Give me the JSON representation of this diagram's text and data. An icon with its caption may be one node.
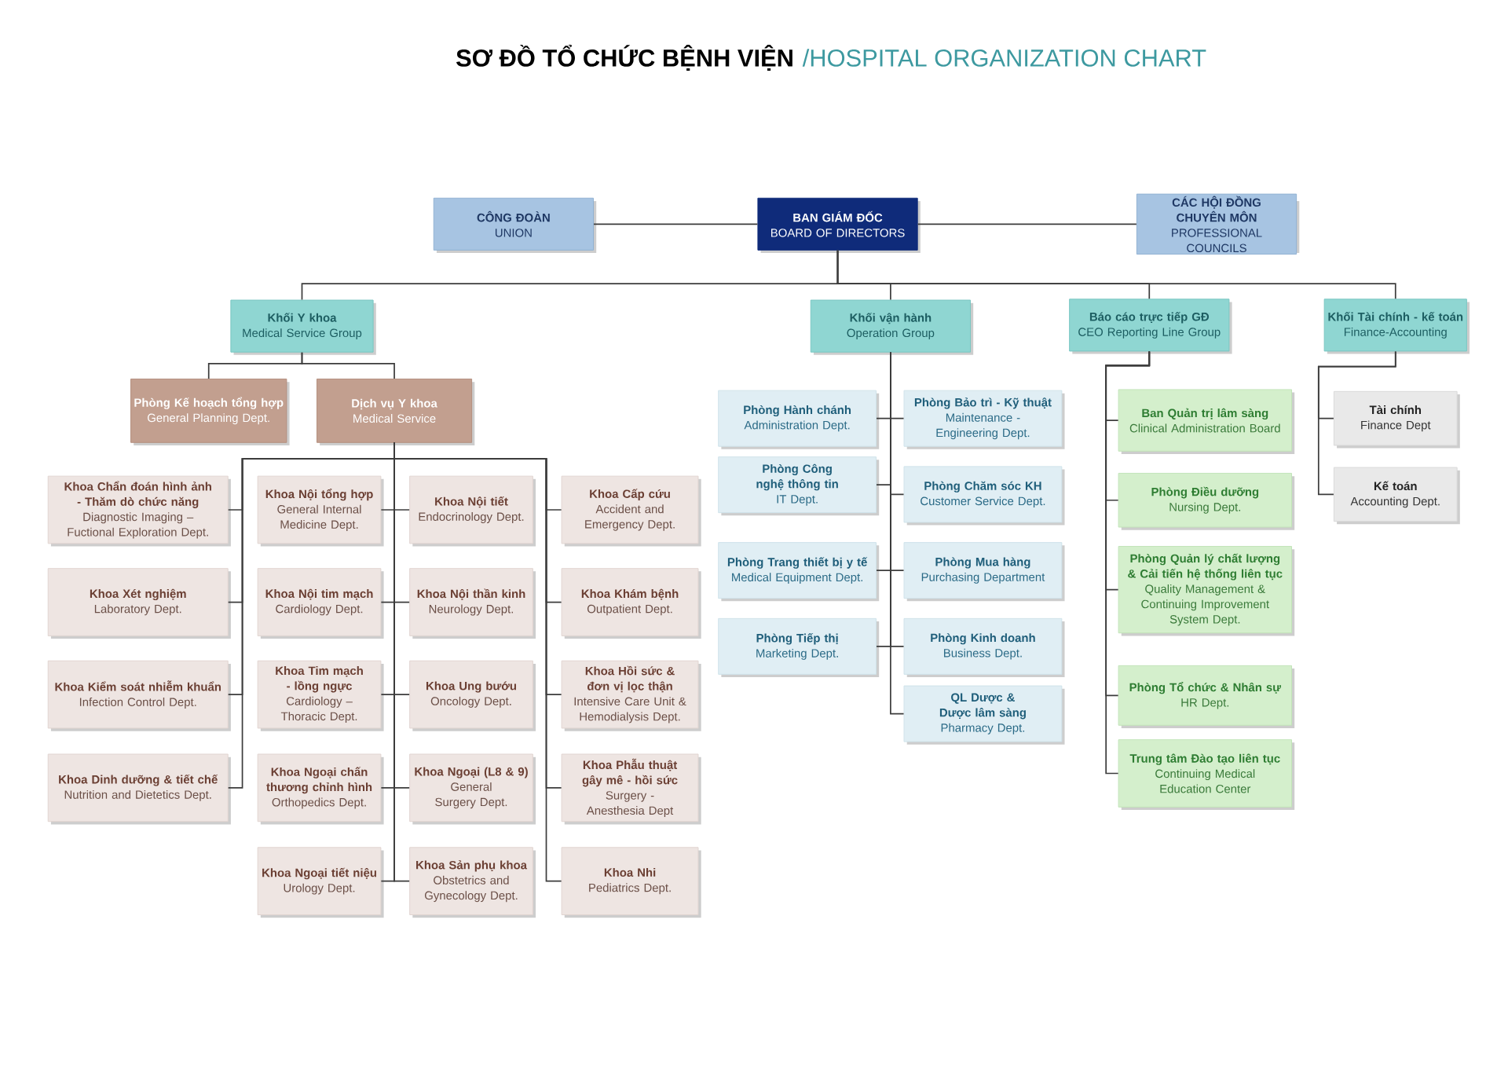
{
  "diagram": {
    "title": "SƠ ĐỒ TỔ CHỨC BỆNH VIỆN",
    "labels": [
      "/HOSPITAL ORGANIZATION CHART"
    ],
    "nodes": [
      {
        "text": [
          "CÔNG ĐOÀN",
          "UNION"
        ]
      },
      {
        "text": [
          "BAN GIÁM ĐỐC",
          "BOARD OF DIRECTORS"
        ]
      },
      {
        "text": [
          "CÁC HỘI ĐỒNG CHUYÊN MÔN",
          "PROFESSIONAL COUNCILS"
        ]
      },
      {
        "text": [
          "Khối Y khoa",
          "Medical Service Group"
        ]
      },
      {
        "text": [
          "Khối vận hành",
          "Operation Group"
        ]
      },
      {
        "text": [
          "Báo cáo trực tiếp GĐ",
          "CEO Reporting Line Group"
        ]
      },
      {
        "text": [
          "Khối Tài chính - kế toán",
          "Finance-Accounting"
        ]
      },
      {
        "text": [
          "Phòng Kế hoạch tổng hợp",
          "General Planning Dept."
        ]
      },
      {
        "text": [
          "Dịch vụ Y khoa",
          "Medical Service"
        ]
      },
      {
        "text": [
          "Khoa Chẩn đoán hình ảnh - Thăm dò chức năng",
          "Diagnostic Imaging – Fuctional Exploration Dept."
        ]
      },
      {
        "text": [
          "Khoa Nội tổng hợp",
          "General Internal Medicine Dept."
        ]
      },
      {
        "text": [
          "Khoa Nội tiết",
          "Endocrinology Dept."
        ]
      },
      {
        "text": [
          "Khoa Cấp cứu",
          "Accident and Emergency Dept."
        ]
      },
      {
        "text": [
          "Khoa Xét nghiệm",
          "Laboratory Dept."
        ]
      },
      {
        "text": [
          "Khoa Nội tim mạch",
          "Cardiology Dept."
        ]
      },
      {
        "text": [
          "Khoa Nội thần kinh",
          "Neurology Dept."
        ]
      },
      {
        "text": [
          "Khoa Khám bệnh",
          "Outpatient Dept."
        ]
      },
      {
        "text": [
          "Khoa Kiểm soát nhiễm khuẩn",
          "Infection Control Dept."
        ]
      },
      {
        "text": [
          "Khoa Tim mạch - lồng ngực",
          "Cardiology – Thoracic Dept."
        ]
      },
      {
        "text": [
          "Khoa Ung bướu",
          "Oncology Dept."
        ]
      },
      {
        "text": [
          "Khoa Hồi sức & đơn vị lọc thận",
          "Intensive Care Unit & Hemodialysis Dept."
        ]
      },
      {
        "text": [
          "Khoa Dinh dưỡng & tiết chế",
          "Nutrition and Dietetics Dept."
        ]
      },
      {
        "text": [
          "Khoa Ngoại chấn thương chỉnh hình",
          "Orthopedics Dept."
        ]
      },
      {
        "text": [
          "Khoa Ngoại (L8 & 9)",
          "General Surgery Dept."
        ]
      },
      {
        "text": [
          "Khoa Phẫu thuật gây mê - hồi sức",
          "Surgery - Anesthesia Dept"
        ]
      },
      {
        "text": [
          "Khoa Ngoại tiết niệu",
          "Urology Dept."
        ]
      },
      {
        "text": [
          "Khoa Sản phụ khoa",
          "Obstetrics and Gynecology Dept."
        ]
      },
      {
        "text": [
          "Khoa Nhi",
          "Pediatrics Dept."
        ]
      },
      {
        "text": [
          "Phòng Hành chánh",
          "Administration Dept."
        ]
      },
      {
        "text": [
          "Phòng Bảo trì - Kỹ thuật",
          "Maintenance - Engineering Dept."
        ]
      },
      {
        "text": [
          "Phòng Công nghệ thông tin",
          "IT Dept."
        ]
      },
      {
        "text": [
          "Phòng Chăm sóc KH",
          "Customer Service Dept."
        ]
      },
      {
        "text": [
          "Phòng Trang thiết bị y tế",
          "Medical Equipment Dept."
        ]
      },
      {
        "text": [
          "Phòng Mua hàng",
          "Purchasing Department"
        ]
      },
      {
        "text": [
          "Phòng Tiếp thị",
          "Marketing Dept."
        ]
      },
      {
        "text": [
          "Phòng Kinh doanh",
          "Business Dept."
        ]
      },
      {
        "text": [
          "QL Dược & Dược lâm sàng",
          "Pharmacy Dept."
        ]
      },
      {
        "text": [
          "Ban Quản trị lâm sàng",
          "Clinical Administration Board"
        ]
      },
      {
        "text": [
          "Phòng Điều dưỡng",
          "Nursing Dept."
        ]
      },
      {
        "text": [
          "Phòng Quản lý chất lượng & Cải tiến hệ thống liên tục",
          "Quality Management & Continuing Improvement System Dept."
        ]
      },
      {
        "text": [
          "Phòng Tổ chức & Nhân sự",
          "HR Dept."
        ]
      },
      {
        "text": [
          "Trung tâm Đào tạo liên tục",
          "Continuing Medical Education Center"
        ]
      },
      {
        "text": [
          "Tài chính",
          "Finance Dept"
        ]
      },
      {
        "text": [
          "Kế toán",
          "Accounting Dept."
        ]
      }
    ],
    "edges": [
      {
        "from": 1,
        "to": 0,
        "arrow": "none"
      },
      {
        "from": 1,
        "to": 2,
        "arrow": "none"
      },
      {
        "from": 1,
        "to": 3,
        "arrow": "none"
      },
      {
        "from": 1,
        "to": 4,
        "arrow": "none"
      },
      {
        "from": 1,
        "to": 5,
        "arrow": "none"
      },
      {
        "from": 1,
        "to": 6,
        "arrow": "none"
      },
      {
        "from": 3,
        "to": 7,
        "arrow": "none"
      },
      {
        "from": 3,
        "to": 8,
        "arrow": "none"
      },
      {
        "from": 8,
        "to": 9,
        "arrow": "none"
      },
      {
        "from": 8,
        "to": 10,
        "arrow": "none"
      },
      {
        "from": 8,
        "to": 11,
        "arrow": "none"
      },
      {
        "from": 8,
        "to": 12,
        "arrow": "none"
      },
      {
        "from": 8,
        "to": 13,
        "arrow": "none"
      },
      {
        "from": 8,
        "to": 14,
        "arrow": "none"
      },
      {
        "from": 8,
        "to": 15,
        "arrow": "none"
      },
      {
        "from": 8,
        "to": 16,
        "arrow": "none"
      },
      {
        "from": 8,
        "to": 17,
        "arrow": "none"
      },
      {
        "from": 8,
        "to": 18,
        "arrow": "none"
      },
      {
        "from": 8,
        "to": 19,
        "arrow": "none"
      },
      {
        "from": 8,
        "to": 20,
        "arrow": "none"
      },
      {
        "from": 8,
        "to": 21,
        "arrow": "none"
      },
      {
        "from": 8,
        "to": 22,
        "arrow": "none"
      },
      {
        "from": 8,
        "to": 23,
        "arrow": "none"
      },
      {
        "from": 8,
        "to": 24,
        "arrow": "none"
      },
      {
        "from": 8,
        "to": 25,
        "arrow": "none"
      },
      {
        "from": 8,
        "to": 26,
        "arrow": "none"
      },
      {
        "from": 8,
        "to": 27,
        "arrow": "none"
      },
      {
        "from": 4,
        "to": 28,
        "arrow": "none"
      },
      {
        "from": 4,
        "to": 29,
        "arrow": "none"
      },
      {
        "from": 4,
        "to": 30,
        "arrow": "none"
      },
      {
        "from": 4,
        "to": 31,
        "arrow": "none"
      },
      {
        "from": 4,
        "to": 32,
        "arrow": "none"
      },
      {
        "from": 4,
        "to": 33,
        "arrow": "none"
      },
      {
        "from": 4,
        "to": 34,
        "arrow": "none"
      },
      {
        "from": 4,
        "to": 35,
        "arrow": "none"
      },
      {
        "from": 4,
        "to": 36,
        "arrow": "none"
      },
      {
        "from": 5,
        "to": 37,
        "arrow": "none"
      },
      {
        "from": 5,
        "to": 38,
        "arrow": "none"
      },
      {
        "from": 5,
        "to": 39,
        "arrow": "none"
      },
      {
        "from": 5,
        "to": 40,
        "arrow": "none"
      },
      {
        "from": 5,
        "to": 41,
        "arrow": "none"
      },
      {
        "from": 6,
        "to": 42,
        "arrow": "none"
      },
      {
        "from": 6,
        "to": 43,
        "arrow": "none"
      }
    ]
  }
}
